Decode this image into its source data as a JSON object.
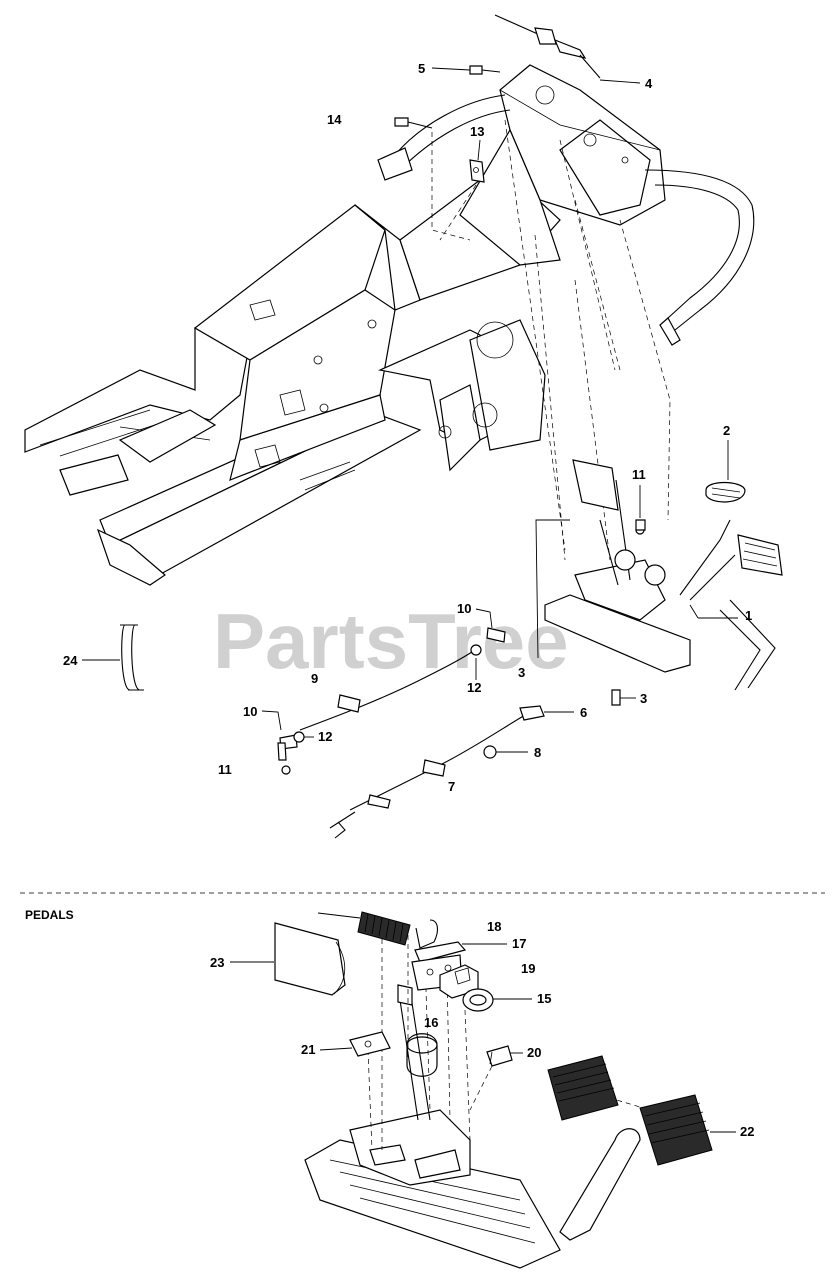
{
  "watermark": "PartsTree",
  "sections": {
    "pedals_title": "PEDALS"
  },
  "callouts_upper": {
    "c1": "1",
    "c2": "2",
    "c3a": "3",
    "c3b": "3",
    "c4": "4",
    "c5": "5",
    "c6": "6",
    "c7": "7",
    "c8": "8",
    "c9": "9",
    "c10a": "10",
    "c10b": "10",
    "c11a": "11",
    "c11b": "11",
    "c12a": "12",
    "c12b": "12",
    "c13": "13",
    "c14": "14",
    "c24": "24"
  },
  "callouts_pedals": {
    "c15": "15",
    "c16": "16",
    "c17": "17",
    "c18": "18",
    "c19": "19",
    "c20": "20",
    "c21": "21",
    "c22": "22",
    "c23": "23"
  }
}
